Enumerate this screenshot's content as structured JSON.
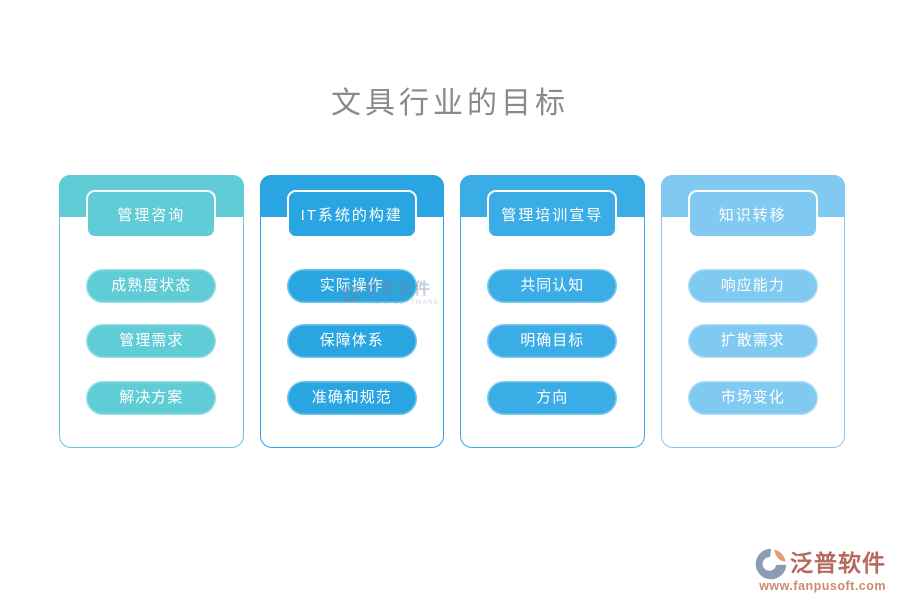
{
  "title": "文具行业的目标",
  "watermark": {
    "brand": "泛普软件",
    "sub": "FANPU SOFTWARE"
  },
  "footer": {
    "brand": "泛普软件",
    "url": "www.fanpusoft.com"
  },
  "columns": [
    {
      "header": "管理咨询",
      "color": "#5fccd6",
      "items": [
        "成熟度状态",
        "管理需求",
        "解决方案"
      ]
    },
    {
      "header": "IT系统的构建",
      "color": "#29a5e1",
      "items": [
        "实际操作",
        "保障体系",
        "准确和规范"
      ]
    },
    {
      "header": "管理培训宣导",
      "color": "#3bade6",
      "items": [
        "共同认知",
        "明确目标",
        "方向"
      ]
    },
    {
      "header": "知识转移",
      "color": "#80c9f1",
      "items": [
        "响应能力",
        "扩散需求",
        "市场变化"
      ]
    }
  ]
}
